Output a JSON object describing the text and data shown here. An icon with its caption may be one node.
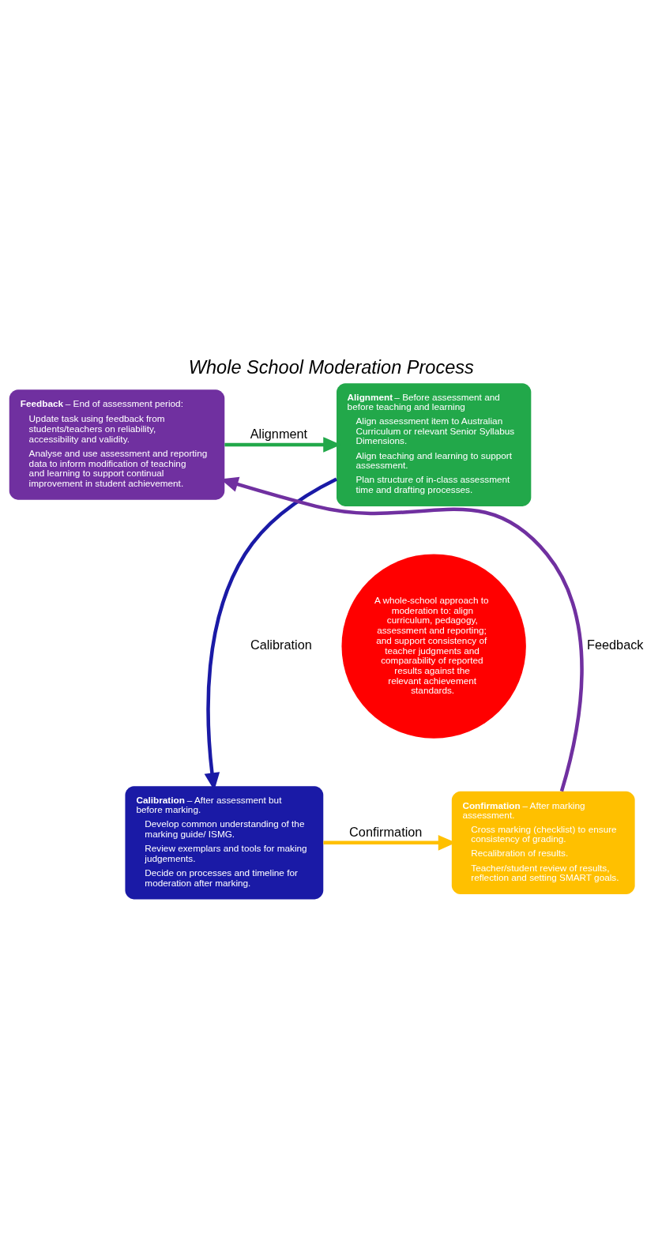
{
  "diagram": {
    "title": "Whole School Moderation Process",
    "nodes": [
      {
        "text": [
          "A whole-school approach to moderation to: align curriculum, pedagogy, assessment and reporting; and support consistency of teacher judgments and comparability of reported results against the relevant achievement standards."
        ]
      },
      {
        "text": [
          "**Alignment** – Before assessment and before teaching and learning",
          "Align assessment item to Australian Curriculum or relevant Senior Syllabus Dimensions.",
          "Align teaching and learning to support assessment.",
          "Plan structure of in-class assessment time and drafting processes."
        ]
      },
      {
        "text": [
          "**Calibration** – After assessment but before marking.",
          "Develop common understanding of the marking guide/ ISMG.",
          "Review exemplars and tools for making judgements.",
          "Decide on processes and timeline for moderation after marking."
        ]
      },
      {
        "text": [
          "**Confirmation**– After marking assessment.",
          "Cross marking (checklist) to ensure consistency of grading.",
          "Recalibration of results.",
          "Teacher/student review of results, reflection and setting SMART goals."
        ]
      },
      {
        "text": [
          "**Feedback** – End of assessment period:",
          "Update task using feedback from students/teachers on reliability, accessibility and validity.",
          "Analyse and use assessment and reporting data to inform modification of teaching and learning to support continual improvement in student achievement."
        ]
      }
    ],
    "edges": [
      {
        "from": 4,
        "to": 1,
        "arrow": "to",
        "label": "Alignment",
        "color": "#22a84a"
      },
      {
        "from": 1,
        "to": 2,
        "arrow": "to",
        "label": "Calibration",
        "color": "#1a1aa6"
      },
      {
        "from": 2,
        "to": 3,
        "arrow": "to",
        "label": "Confirmation",
        "color": "#ffc000"
      },
      {
        "from": 3,
        "to": 4,
        "arrow": "to",
        "label": "Feedback",
        "color": "#7030a0"
      }
    ]
  }
}
